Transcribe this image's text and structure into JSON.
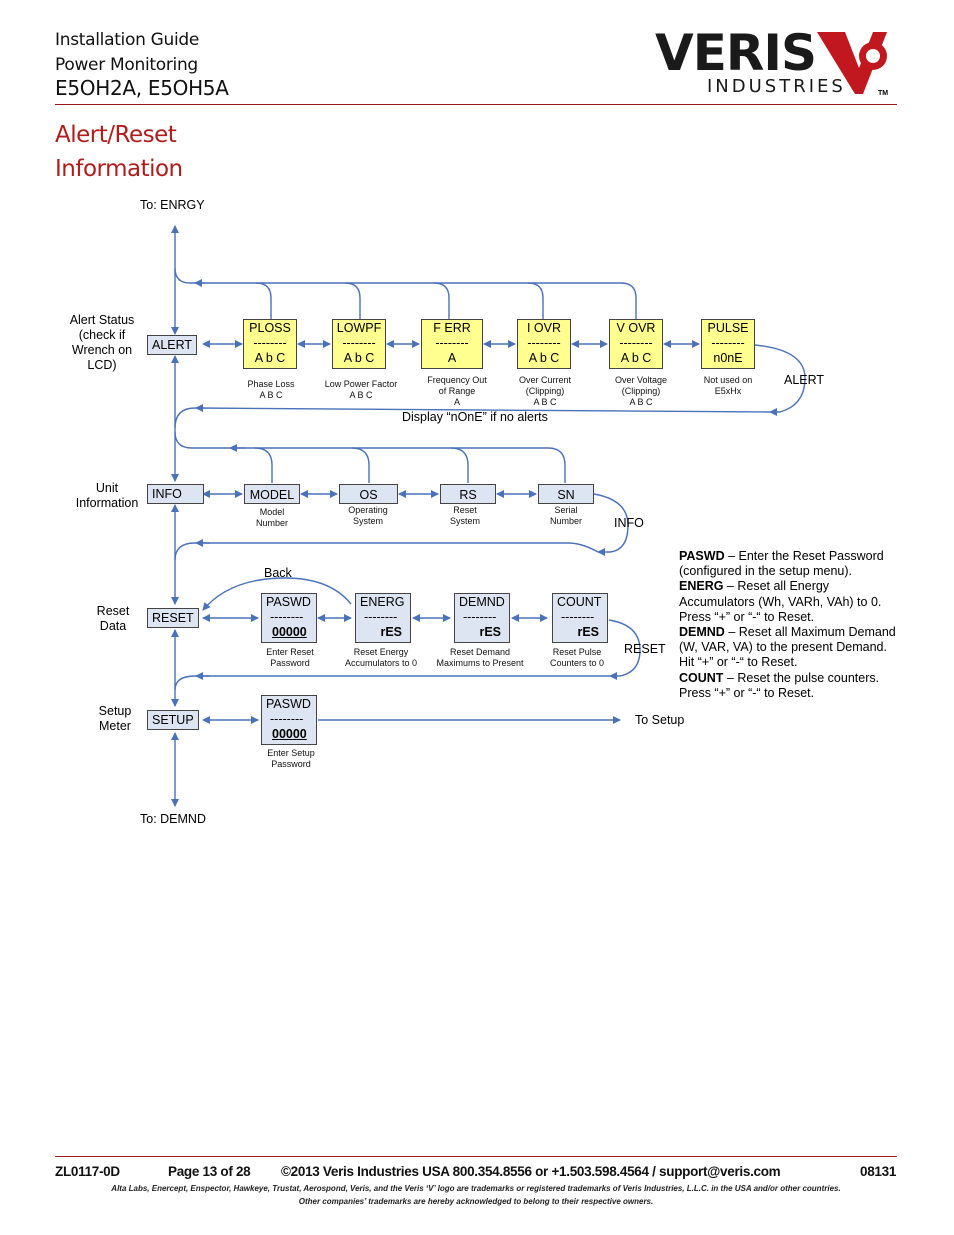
{
  "header": {
    "line1": "Installation Guide",
    "line2": "Power Monitoring",
    "line3": "E5OH2A, E5OH5A",
    "logo_word": "VERIS",
    "logo_sub": "INDUSTRIES",
    "logo_tm": "TM",
    "brand_color": "#b01c1c"
  },
  "section": {
    "title1": "Alert/Reset",
    "title2": "Information"
  },
  "diagram": {
    "to_enrgy": "To: ENRGY",
    "to_demnd": "To: DEMND",
    "alert_status": [
      "Alert Status",
      "(check if",
      "Wrench on",
      "LCD)"
    ],
    "unit_info": [
      "Unit",
      "Information"
    ],
    "reset_data": [
      "Reset",
      "Data"
    ],
    "setup_meter": [
      "Setup",
      "Meter"
    ],
    "nav_alert": "ALERT",
    "nav_info": "INFO",
    "nav_reset": "RESET",
    "nav_setup": "SETUP",
    "alert_boxes": [
      {
        "l1": "PLOSS",
        "l2": "--------",
        "l3": "A b C",
        "cap": [
          "Phase Loss",
          "A B C"
        ]
      },
      {
        "l1": "LOWPF",
        "l2": "--------",
        "l3": "A b C",
        "cap": [
          "Low Power Factor",
          "A B C"
        ]
      },
      {
        "l1": "F ERR",
        "l2": "--------",
        "l3": "A",
        "cap": [
          "Frequency Out",
          "of Range",
          "A"
        ]
      },
      {
        "l1": "I  OVR",
        "l2": "--------",
        "l3": "A b C",
        "cap": [
          "Over Current",
          "(Clipping)",
          "A B C"
        ]
      },
      {
        "l1": "V  OVR",
        "l2": "--------",
        "l3": "A b C",
        "cap": [
          "Over Voltage",
          "(Clipping)",
          "A B C"
        ]
      },
      {
        "l1": "PULSE",
        "l2": "--------",
        "l3": "n0nE",
        "cap": [
          "Not used on",
          "E5xHx"
        ]
      }
    ],
    "alert_loop": "ALERT",
    "display_none": "Display “nOnE” if no alerts",
    "info_boxes": [
      {
        "label": "MODEL",
        "cap": [
          "Model",
          "Number"
        ]
      },
      {
        "label": "OS",
        "cap": [
          "Operating",
          "System"
        ]
      },
      {
        "label": "RS",
        "cap": [
          "Reset",
          "System"
        ]
      },
      {
        "label": "SN",
        "cap": [
          "Serial",
          "Number"
        ]
      }
    ],
    "info_loop": "INFO",
    "back": "Back",
    "reset_boxes": [
      {
        "l1": "PASWD",
        "l2": "--------",
        "l3": "00000",
        "cap": [
          "Enter Reset",
          "Password"
        ]
      },
      {
        "l1": "ENERG",
        "l2": "--------",
        "l3": "rES",
        "cap": [
          "Reset Energy",
          "Accumulators to 0"
        ]
      },
      {
        "l1": "DEMND",
        "l2": "--------",
        "l3": "rES",
        "cap": [
          "Reset Demand",
          "Maximums to Present"
        ]
      },
      {
        "l1": "COUNT",
        "l2": "--------",
        "l3": "rES",
        "cap": [
          "Reset Pulse",
          "Counters to 0"
        ]
      }
    ],
    "reset_loop": "RESET",
    "setup_box": {
      "l1": "PASWD",
      "l2": "--------",
      "l3": "00000",
      "cap": [
        "Enter Setup",
        "Password"
      ]
    },
    "to_setup": "To Setup"
  },
  "descriptions": [
    {
      "term": "PASWD",
      "text": " – Enter the Reset Password (configured in the setup menu)."
    },
    {
      "term": "ENERG",
      "text": " – Reset all Energy Accumulators (Wh, VARh, VAh) to 0. Press “+” or “-“ to Reset."
    },
    {
      "term": "DEMND",
      "text": " – Reset all Maximum Demand (W, VAR, VA) to the present Demand. Hit “+” or “-“ to Reset."
    },
    {
      "term": "COUNT",
      "text": " – Reset the pulse counters. Press “+” or “-“ to Reset."
    }
  ],
  "footer": {
    "doc": "ZL0117-0D",
    "page": "Page 13 of 28",
    "contact": "©2013 Veris Industries   USA 800.354.8556 or +1.503.598.4564  / support@veris.com",
    "code": "08131",
    "fine1": "Alta Labs, Enercept, Enspector, Hawkeye, Trustat, Aerospond, Veris, and the Veris ‘V’ logo are trademarks or registered trademarks of  Veris Industries, L.L.C. in the USA and/or other countries.",
    "fine2": "Other companies’ trademarks are hereby acknowledged to belong to their respective owners."
  }
}
